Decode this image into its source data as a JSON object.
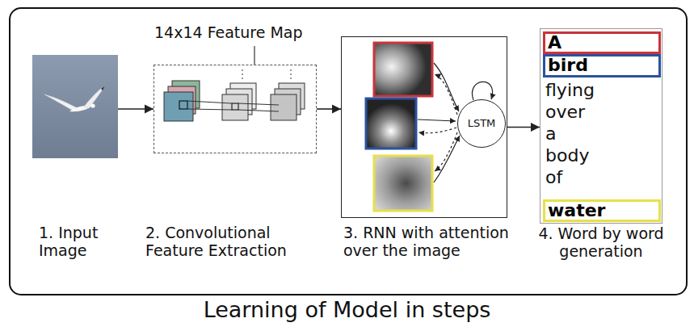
{
  "diagram": {
    "caption": "Learning of Model in steps",
    "nodes": [
      {
        "text": [
          "1. Input Image"
        ]
      },
      {
        "text": [
          "14x14 Feature Map",
          "2. Convolutional Feature Extraction"
        ]
      },
      {
        "text": [
          "3. RNN with attention over the image"
        ]
      },
      {
        "text": [
          "LSTM"
        ],
        "in": 2
      },
      {
        "text": [
          "flying",
          "over",
          "a",
          "body",
          "of",
          "4. Word by word generation"
        ]
      },
      {
        "text": [
          "A"
        ],
        "in": 4
      },
      {
        "text": [
          "bird"
        ],
        "in": 4
      },
      {
        "text": [
          "water"
        ],
        "in": 4
      }
    ],
    "edges": [
      {
        "from": 0,
        "to": 1,
        "arrow": "to"
      },
      {
        "from": 1,
        "to": 2,
        "arrow": "to"
      },
      {
        "from": 2,
        "to": 4,
        "arrow": "to"
      }
    ]
  }
}
